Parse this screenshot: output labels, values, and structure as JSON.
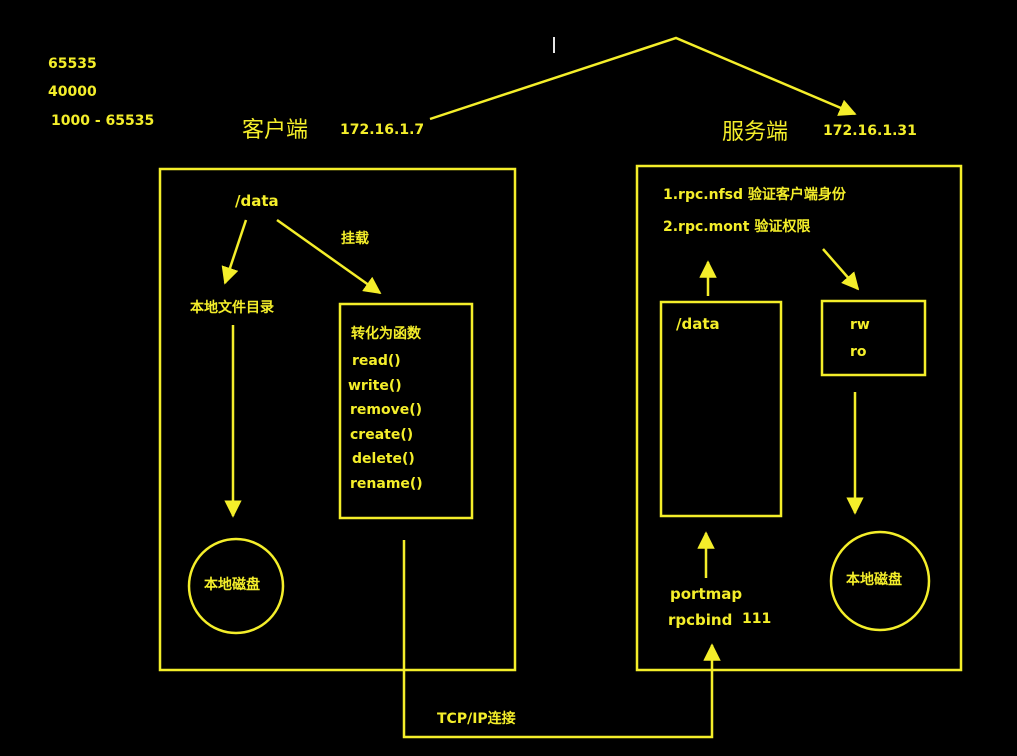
{
  "ports": [
    "65535",
    "40000",
    "1000 - 65535"
  ],
  "client": {
    "title": "客户端",
    "ip": "172.16.1.7",
    "data_dir": "/data",
    "mount_label": "挂载",
    "local_dir": "本地文件目录",
    "local_disk": "本地磁盘",
    "convert_title": "转化为函数",
    "functions": [
      "read()",
      "write()",
      "remove()",
      "create()",
      "delete()",
      "rename()"
    ]
  },
  "server": {
    "title": "服务端",
    "ip": "172.16.1.31",
    "step1": "1.rpc.nfsd  验证客户端身份",
    "step2": "2.rpc.mont  验证权限",
    "data_dir": "/data",
    "perms": [
      "rw",
      "ro"
    ],
    "local_disk": "本地磁盘",
    "portmap": "portmap",
    "rpcbind": "rpcbind",
    "rpcbind_port": "111"
  },
  "connection_label": "TCP/IP连接",
  "colors": {
    "background": "#000000",
    "foreground": "#f4ee2a"
  }
}
